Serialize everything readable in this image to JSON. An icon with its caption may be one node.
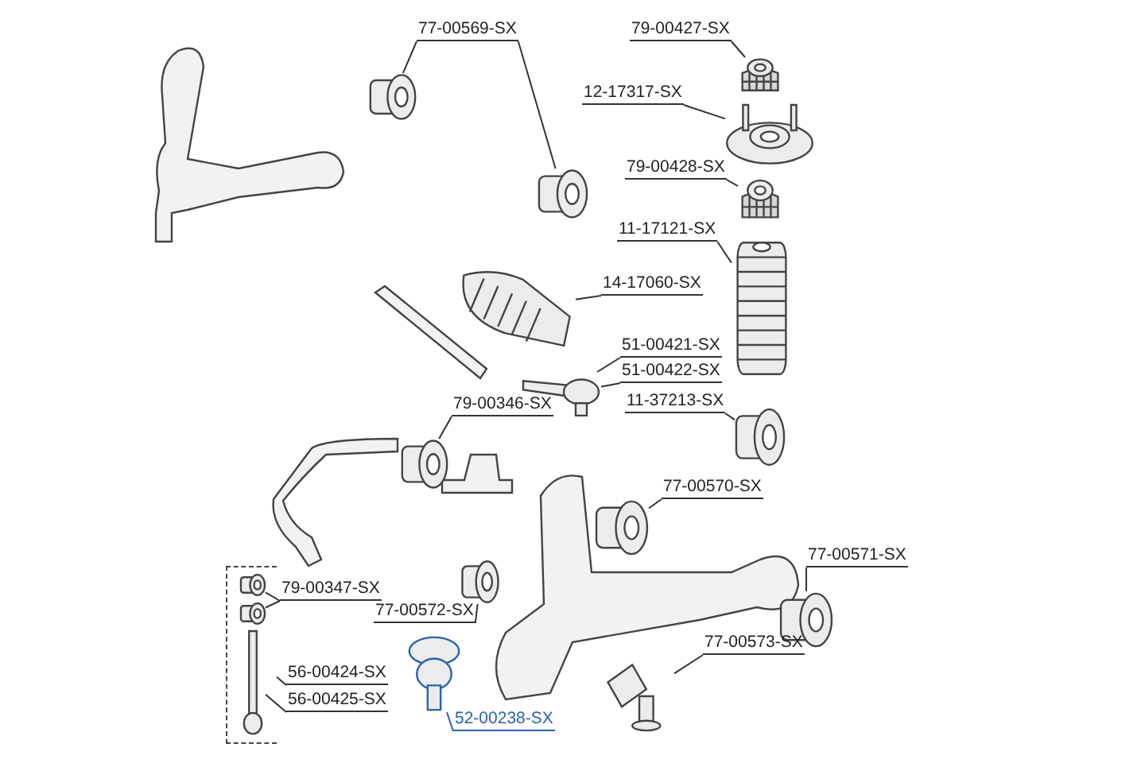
{
  "diagram": {
    "nodes": [
      {
        "text": [
          "77-00569-SX"
        ]
      },
      {
        "text": [],
        "shape": "picture"
      },
      {
        "text": [],
        "shape": "picture"
      },
      {
        "text": [
          "79-00427-SX"
        ]
      },
      {
        "text": [],
        "shape": "picture"
      },
      {
        "text": [
          "12-17317-SX"
        ]
      },
      {
        "text": [],
        "shape": "picture"
      },
      {
        "text": [
          "79-00428-SX"
        ]
      },
      {
        "text": [],
        "shape": "picture"
      },
      {
        "text": [
          "11-17121-SX"
        ]
      },
      {
        "text": [],
        "shape": "picture"
      },
      {
        "text": [
          "14-17060-SX"
        ]
      },
      {
        "text": [],
        "shape": "picture"
      },
      {
        "text": [
          "51-00421-SX"
        ]
      },
      {
        "text": [
          "51-00422-SX"
        ]
      },
      {
        "text": [],
        "shape": "picture"
      },
      {
        "text": [
          "79-00346-SX"
        ]
      },
      {
        "text": [],
        "shape": "picture"
      },
      {
        "text": [
          "11-37213-SX"
        ]
      },
      {
        "text": [],
        "shape": "picture"
      },
      {
        "text": [
          "77-00570-SX"
        ]
      },
      {
        "text": [],
        "shape": "picture"
      },
      {
        "text": [
          "77-00571-SX"
        ]
      },
      {
        "text": [],
        "shape": "picture"
      },
      {
        "text": [
          "79-00347-SX"
        ]
      },
      {
        "text": [],
        "shape": "box"
      },
      {
        "text": [],
        "shape": "picture",
        "in": 25
      },
      {
        "text": [],
        "shape": "picture",
        "in": 25
      },
      {
        "text": [],
        "shape": "picture",
        "in": 25
      },
      {
        "text": [
          "77-00572-SX"
        ]
      },
      {
        "text": [],
        "shape": "picture"
      },
      {
        "text": [
          "77-00573-SX"
        ]
      },
      {
        "text": [],
        "shape": "picture"
      },
      {
        "text": [
          "56-00424-SX"
        ]
      },
      {
        "text": [
          "56-00425-SX"
        ]
      },
      {
        "text": [],
        "shape": "picture"
      },
      {
        "text": [
          "52-00238-SX"
        ]
      }
    ],
    "edges": [
      {
        "from": 0,
        "to": 1,
        "arrow": "none"
      },
      {
        "from": 0,
        "to": 2,
        "arrow": "none"
      },
      {
        "from": 3,
        "to": 4,
        "arrow": "none"
      },
      {
        "from": 5,
        "to": 6,
        "arrow": "none"
      },
      {
        "from": 7,
        "to": 8,
        "arrow": "none"
      },
      {
        "from": 9,
        "to": 10,
        "arrow": "none"
      },
      {
        "from": 11,
        "to": 12,
        "arrow": "none"
      },
      {
        "from": 13,
        "to": 15,
        "arrow": "none"
      },
      {
        "from": 14,
        "to": 15,
        "arrow": "none"
      },
      {
        "from": 16,
        "to": 17,
        "arrow": "none"
      },
      {
        "from": 18,
        "to": 19,
        "arrow": "none"
      },
      {
        "from": 20,
        "to": 21,
        "arrow": "none"
      },
      {
        "from": 22,
        "to": 23,
        "arrow": "none"
      },
      {
        "from": 24,
        "to": 26,
        "arrow": "none"
      },
      {
        "from": 24,
        "to": 27,
        "arrow": "none"
      },
      {
        "from": 29,
        "to": 30,
        "arrow": "none"
      },
      {
        "from": 31,
        "to": 32,
        "arrow": "none"
      },
      {
        "from": 33,
        "to": 25,
        "arrow": "none"
      },
      {
        "from": 34,
        "to": 28,
        "arrow": "none"
      },
      {
        "from": 36,
        "to": 35,
        "arrow": "none",
        "color": "#2a62b0"
      }
    ]
  }
}
